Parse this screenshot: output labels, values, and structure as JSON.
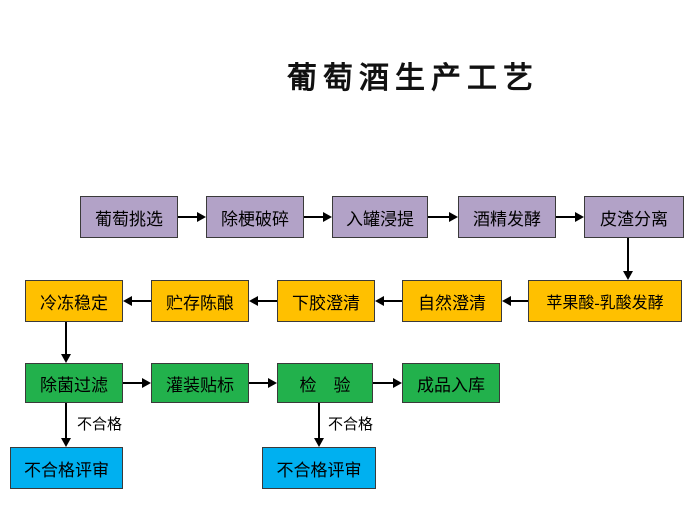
{
  "title": "葡萄酒生产工艺",
  "colors": {
    "stage1_purple": "#B2A2C7",
    "stage2_orange": "#FFC000",
    "stage3_green": "#22B14C",
    "review_blue": "#00B0F0",
    "box_border": "#3A3A3A",
    "arrow": "#000000",
    "background": "#FFFFFF",
    "title_text": "#111111"
  },
  "flow": {
    "row1": [
      "葡萄挑选",
      "除梗破碎",
      "入罐浸提",
      "酒精发酵",
      "皮渣分离"
    ],
    "row2": [
      "冷冻稳定",
      "贮存陈酿",
      "下胶澄清",
      "自然澄清",
      "苹果酸-乳酸发酵"
    ],
    "row3": [
      "除菌过滤",
      "灌装贴标",
      "检　验",
      "成品入库"
    ],
    "row4": [
      "不合格评审",
      "不合格评审"
    ],
    "edge_labels": {
      "fail_left": "不合格",
      "fail_right": "不合格"
    }
  }
}
